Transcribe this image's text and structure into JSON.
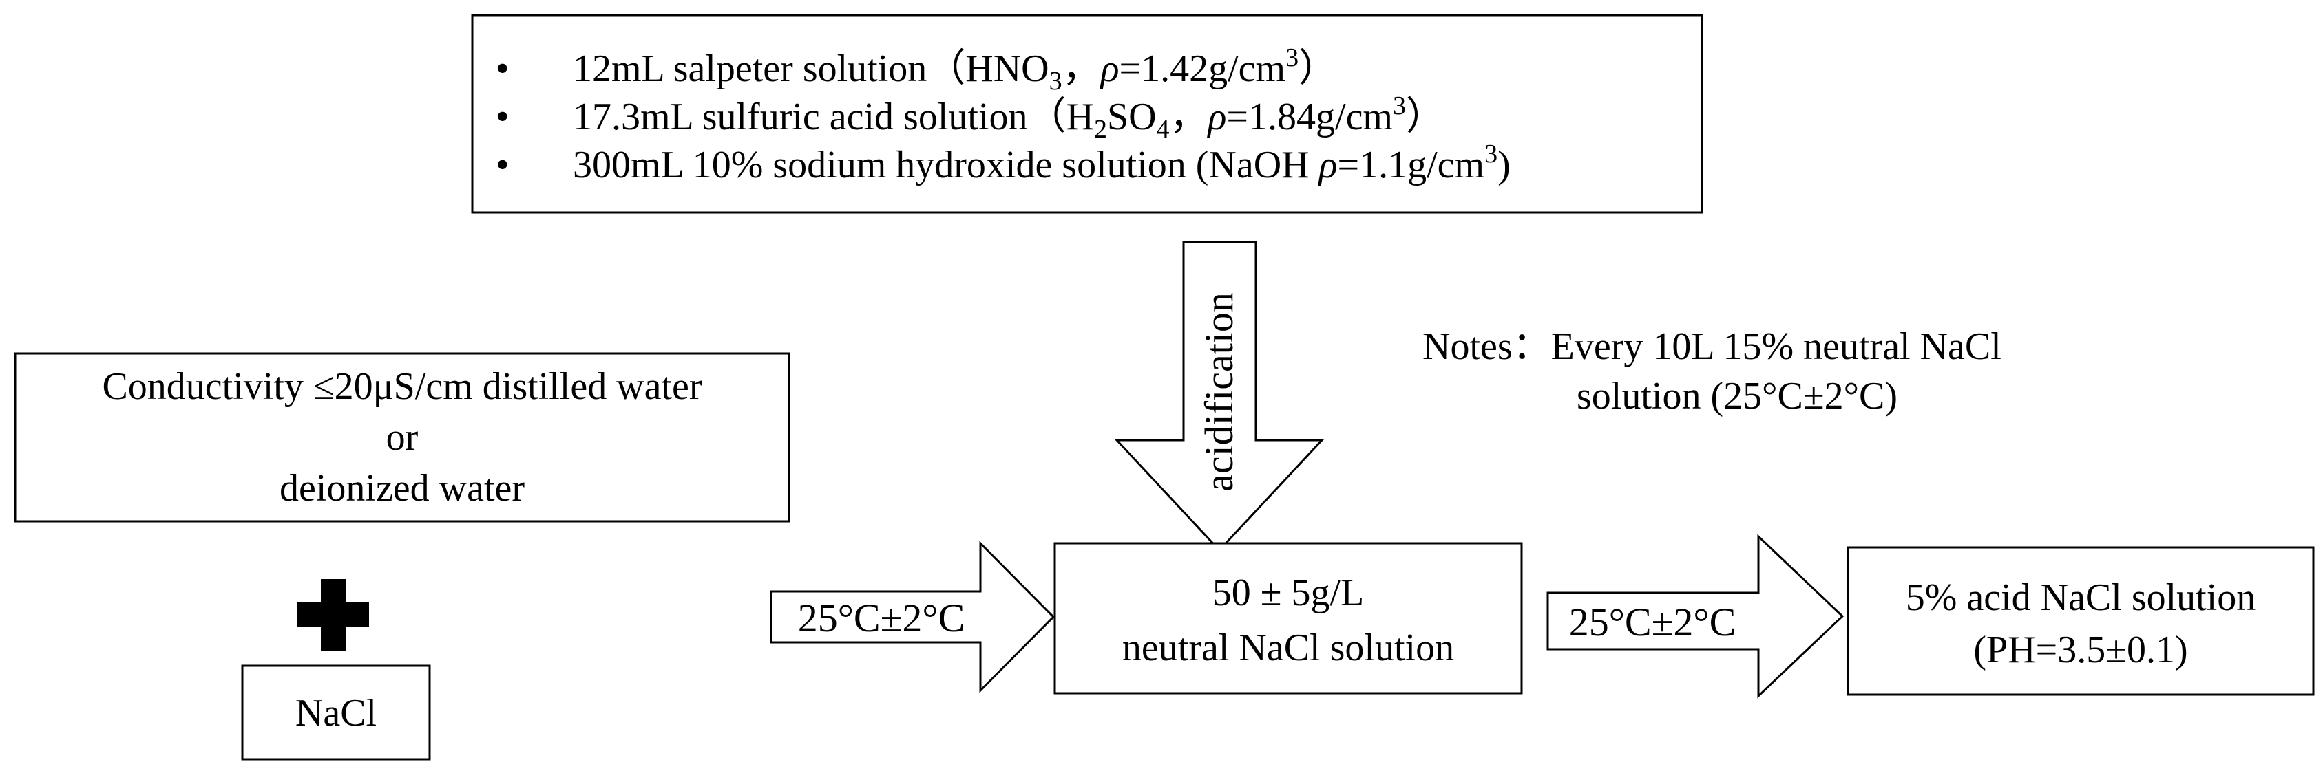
{
  "reagents": {
    "items": [
      {
        "bullet": "•",
        "prefix": "12mL salpeter solution（HNO",
        "sub": "3",
        "mid": "，",
        "rho": "ρ",
        "tail": "=1.42g/cm",
        "sup": "3",
        "end": "）"
      },
      {
        "bullet": "•",
        "prefix": "17.3mL sulfuric acid solution（H",
        "sub": "2",
        "mid": "SO",
        "sub2": "4",
        "mid2": "，",
        "rho": "ρ",
        "tail": "=1.84g/cm",
        "sup": "3",
        "end": "）"
      },
      {
        "bullet": "•",
        "prefix": "300mL 10% sodium hydroxide solution (NaOH ",
        "rho": "ρ",
        "tail": "=1.1g/cm",
        "sup": "3",
        "end": ")"
      }
    ]
  },
  "acidification_label": "acidification",
  "notes": {
    "line1": "Notes：Every 10L 15% neutral NaCl",
    "line2": "solution (25°C±2°C)"
  },
  "water_box": {
    "line1": "Conductivity ≤20μS/cm distilled water",
    "line2": "or",
    "line3": "deionized water"
  },
  "plus_symbol": "plus",
  "nacl_box": "NaCl",
  "left_arrow_label": "25°C±2°C",
  "neutral_box": {
    "line1": "50 ± 5g/L",
    "line2": "neutral NaCl solution"
  },
  "right_arrow_label": "25°C±2°C",
  "acid_box": {
    "line1": "5% acid NaCl solution",
    "line2": "(PH=3.5±0.1)"
  }
}
